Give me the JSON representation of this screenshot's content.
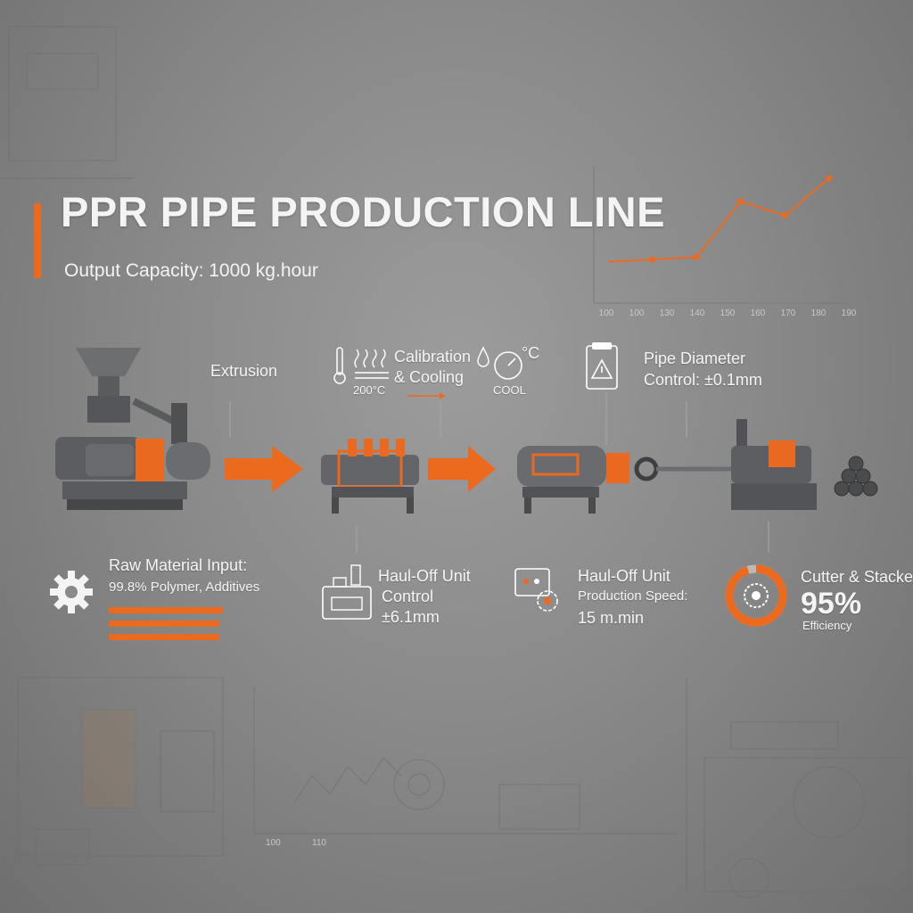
{
  "header": {
    "title": "PPR PIPE PRODUCTION LINE",
    "subtitle": "Output Capacity: 1000 kg.hour"
  },
  "colors": {
    "accent": "#ec6a1e",
    "background": "#8c8c8c",
    "machine": "#5f6062"
  },
  "trend_chart": {
    "x_ticks": [
      "100",
      "100",
      "130",
      "140",
      "150",
      "160",
      "170",
      "180",
      "190"
    ],
    "values": [
      28,
      30,
      32,
      80,
      68,
      100
    ]
  },
  "stages": {
    "extrusion": {
      "label": "Extrusion"
    },
    "calibration": {
      "label_line1": "Calibration",
      "label_line2": "& Cooling",
      "temp_label": "200°C",
      "cool_label": "COOL",
      "unit_label": "°C"
    },
    "diameter": {
      "label_line1": "Pipe Diameter",
      "label_line2": "Control: ±0.1mm"
    }
  },
  "info": {
    "raw": {
      "title": "Raw Material Input:",
      "detail": "99.8% Polymer, Additives"
    },
    "haul1": {
      "title": "Haul-Off Unit",
      "line2": "Control",
      "line3": "±6.1mm"
    },
    "haul2": {
      "title": "Haul-Off Unit",
      "line2": "Production Speed:",
      "line3": "15 m.min"
    },
    "cutter": {
      "title": "Cutter & Stacker",
      "value": "95%",
      "sub": "Efficiency",
      "efficiency_fraction": 0.95
    }
  },
  "bg_chart": {
    "x_ticks": [
      "100",
      "110"
    ]
  }
}
